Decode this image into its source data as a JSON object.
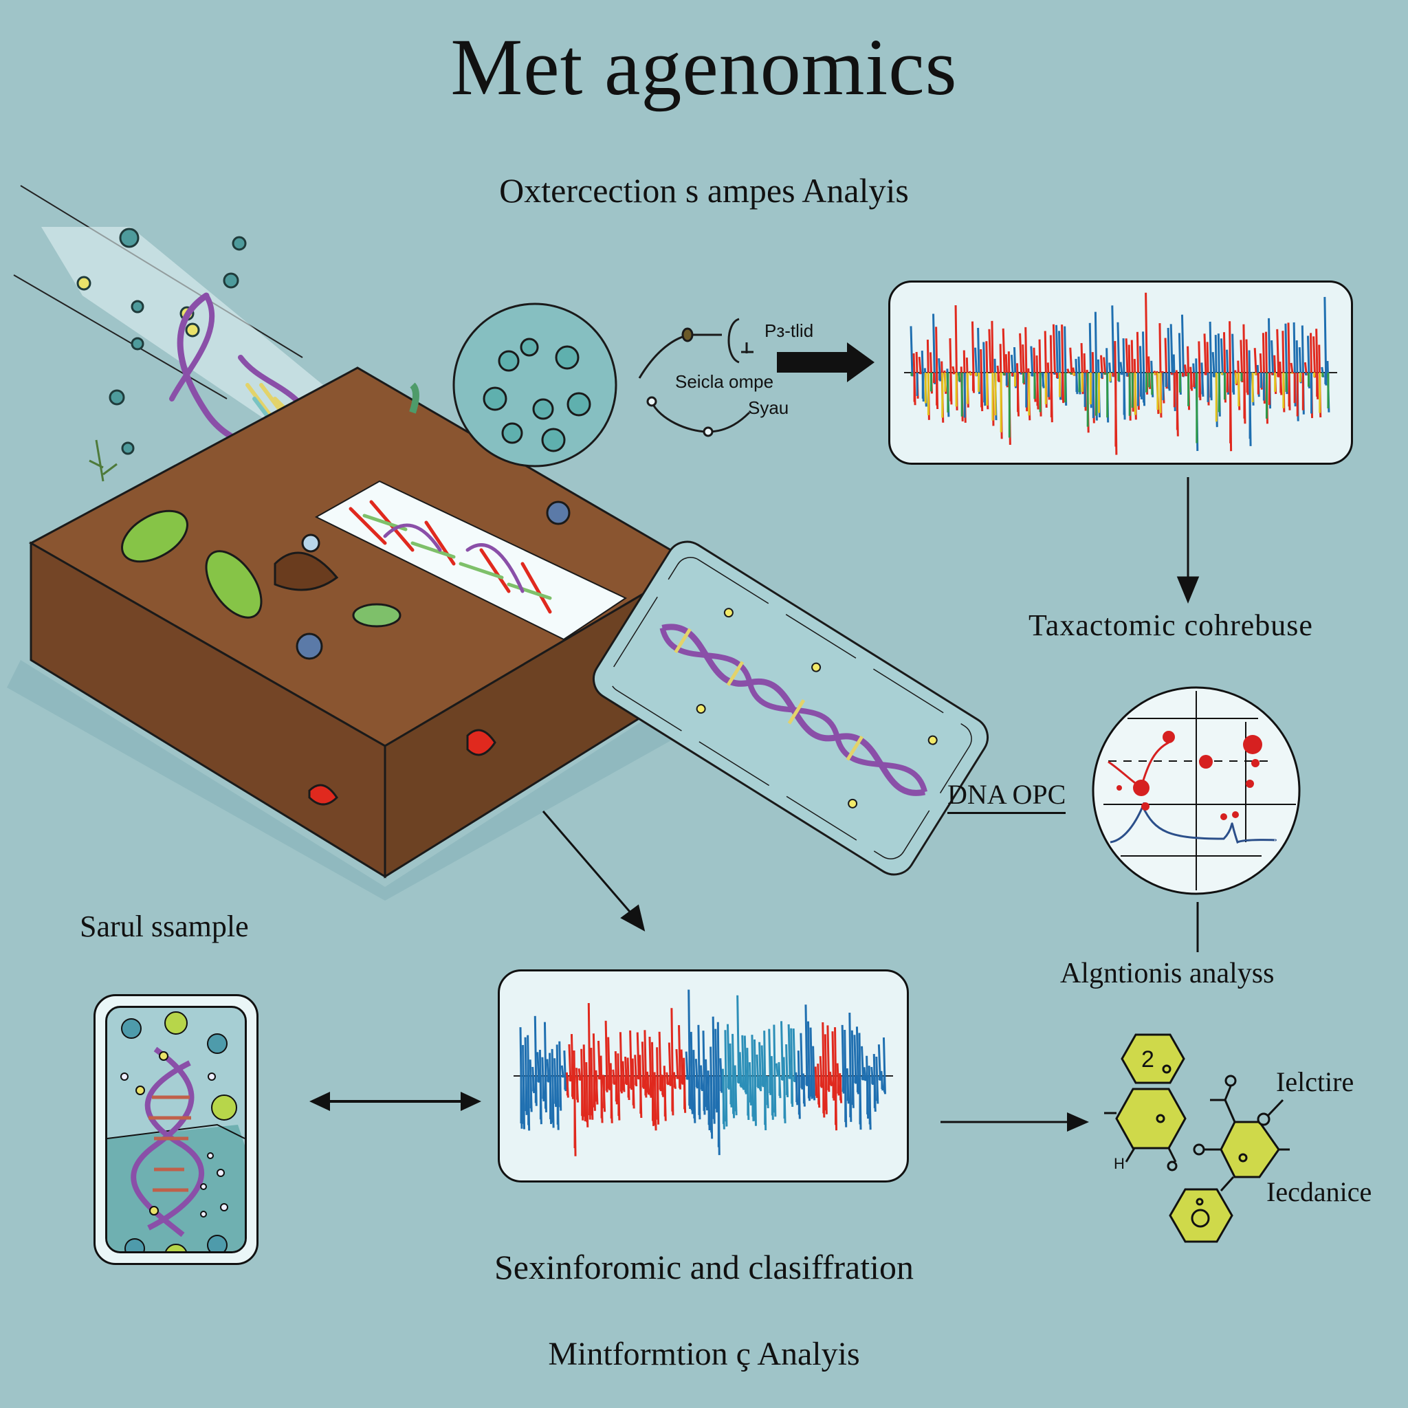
{
  "title": "Met agenomics",
  "subtitle": "Oxtercection s ampes Analyis",
  "labels": {
    "plasmid": "Pз-tlid",
    "select_sample": "Seicla ompe",
    "syan": "Syau",
    "taxonomic": "Taxactomic cohrebuse",
    "dna_opc": "DNA OPC",
    "alignment": "Algntionis analyss",
    "soil_sample": "Sarul ssample",
    "ielctire": "Ielctire",
    "iecdanice": "Iecdanice",
    "sequencing": "Sexinforomic and clasiffration",
    "mintformation": "Mintformtion ç Analyis",
    "hex_top": "2",
    "hex_h": "H"
  },
  "colors": {
    "background": "#9fc4c8",
    "soil": "#7a4a28",
    "soil_top": "#8a5530",
    "dna_purple": "#8a4fa8",
    "wave_red": "#e0291e",
    "wave_blue": "#1f6fb0",
    "wave_green": "#2e9a4a",
    "wave_yellow": "#e3c21c",
    "molecule_yellow": "#cfd94a",
    "plot_red": "#d62020",
    "plot_blue": "#2b4f8a"
  }
}
